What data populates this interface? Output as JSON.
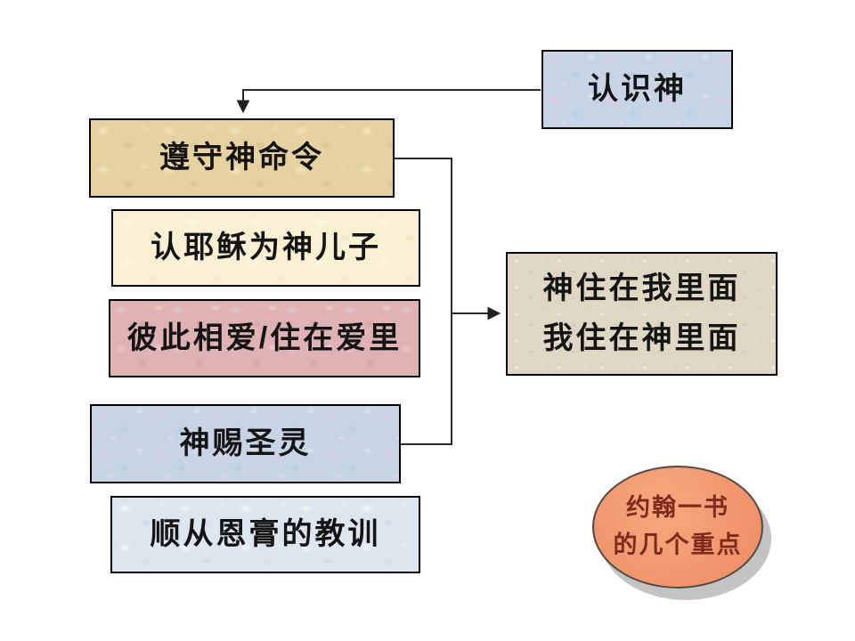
{
  "diagram": {
    "boxes": {
      "know_god": {
        "label": "认识神"
      },
      "obey_commands": {
        "label": "遵守神命令"
      },
      "confess_jesus": {
        "label": "认耶稣为神儿子"
      },
      "love_abide": {
        "label": "彼此相爱/住在爱里"
      },
      "god_gives_spirit": {
        "label": "神赐圣灵"
      },
      "obey_anointing": {
        "label": "顺从恩膏的教训"
      },
      "mutual_abide": {
        "line1": "神住在我里面",
        "line2": "我住在神里面"
      }
    },
    "ellipse": {
      "line1": "约翰一书",
      "line2": "的几个重点"
    },
    "palette": {
      "blue_tissue": "#c7d4e6",
      "parchment": "#e6d1a1",
      "cream": "#f9f0d3",
      "pink_tissue": "#dfb2b4",
      "pale_blue": "#dde6ef",
      "stone_beige": "#ded7c4",
      "ellipse_orange": "#f0936a",
      "ellipse_text": "#7e2a1c",
      "connector": "#2a2a2a",
      "box_border": "#000000",
      "shadow_gray": "#c3c3c3"
    }
  }
}
